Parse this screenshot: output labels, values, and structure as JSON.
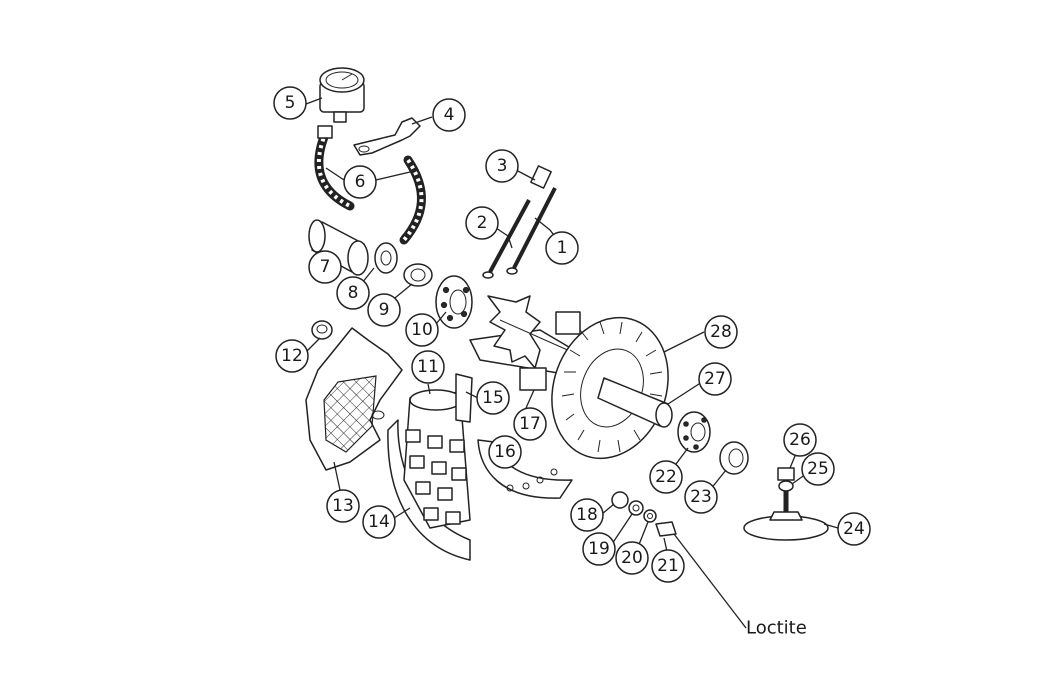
{
  "callouts": [
    {
      "label": "1"
    },
    {
      "label": "2"
    },
    {
      "label": "3"
    },
    {
      "label": "4"
    },
    {
      "label": "5"
    },
    {
      "label": "6"
    },
    {
      "label": "7"
    },
    {
      "label": "8"
    },
    {
      "label": "9"
    },
    {
      "label": "10"
    },
    {
      "label": "11"
    },
    {
      "label": "12"
    },
    {
      "label": "13"
    },
    {
      "label": "14"
    },
    {
      "label": "15"
    },
    {
      "label": "16"
    },
    {
      "label": "17"
    },
    {
      "label": "18"
    },
    {
      "label": "19"
    },
    {
      "label": "20"
    },
    {
      "label": "21"
    },
    {
      "label": "22"
    },
    {
      "label": "23"
    },
    {
      "label": "24"
    },
    {
      "label": "25"
    },
    {
      "label": "26"
    },
    {
      "label": "27"
    },
    {
      "label": "28"
    }
  ],
  "note": {
    "text": "Loctite"
  }
}
